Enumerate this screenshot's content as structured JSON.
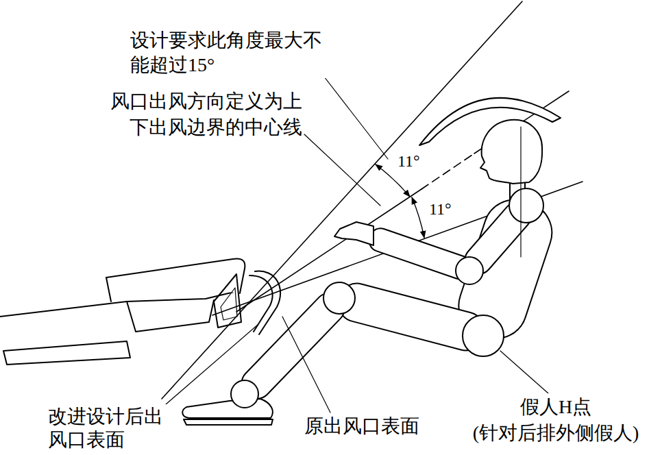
{
  "diagram": {
    "labels": [
      "设计要求此角度最大不 能超过15°",
      "风口出风方向定义为上 下出风边界的中心线",
      "11°",
      "11°",
      "改进设计后出 风口表面",
      "原出风口表面",
      "假人H点 (针对后排外侧假人)"
    ]
  }
}
